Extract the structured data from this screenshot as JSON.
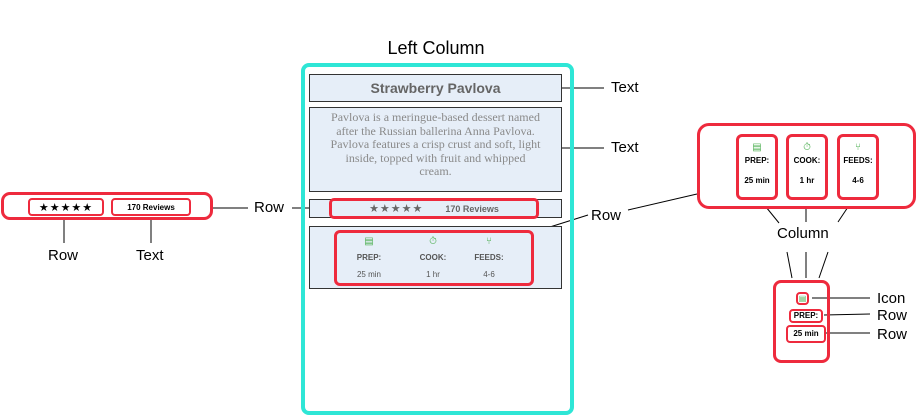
{
  "heading": "Left Column",
  "recipe": {
    "title": "Strawberry Pavlova",
    "description": "Pavlova is a meringue-based dessert named after the Russian ballerina Anna Pavlova. Pavlova features a crisp crust and soft, light inside, topped with fruit and whipped cream.",
    "stars": "★★★★★",
    "reviews": "170 Reviews",
    "stats": [
      {
        "icon": "notepad-icon",
        "label": "PREP:",
        "value": "25 min"
      },
      {
        "icon": "timer-icon",
        "label": "COOK:",
        "value": "1 hr"
      },
      {
        "icon": "fork-knife-icon",
        "label": "FEEDS:",
        "value": "4-6"
      }
    ]
  },
  "annotations": {
    "text": "Text",
    "row": "Row",
    "column": "Column",
    "icon": "Icon"
  },
  "colors": {
    "frame": "#2ee6d6",
    "highlight": "#ee2a3d",
    "panel": "#e6eef8",
    "icon": "#4caf50"
  }
}
